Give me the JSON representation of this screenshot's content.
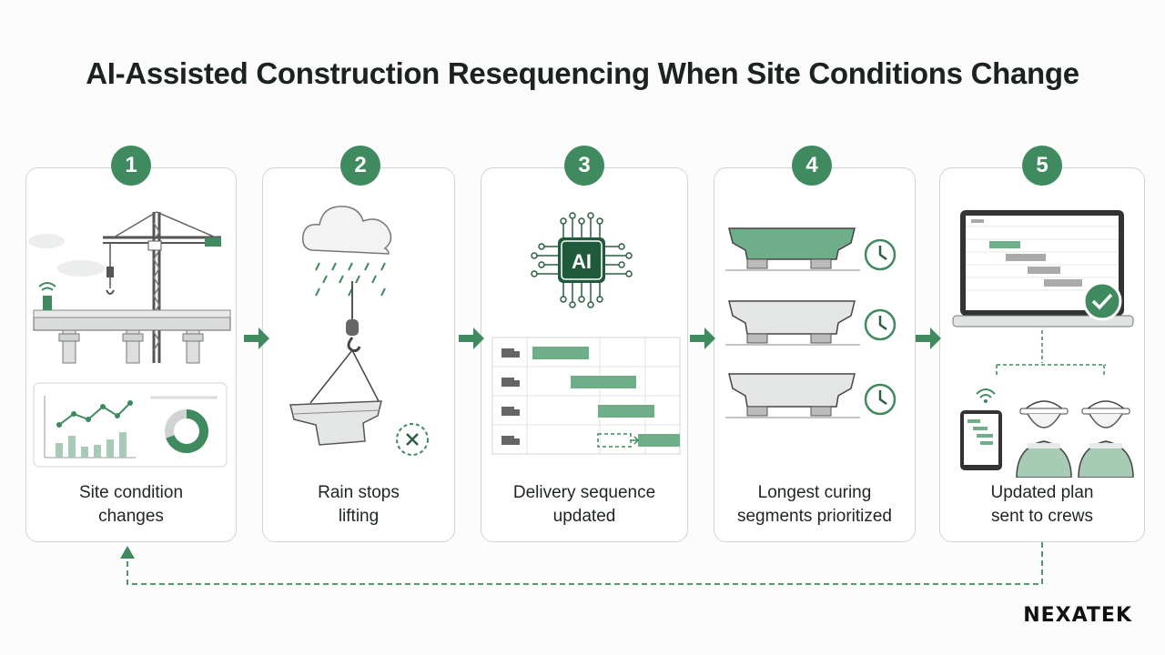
{
  "title": "AI-Assisted Construction Resequencing When Site Conditions Change",
  "accent_color": "#3f8a5f",
  "steps": [
    {
      "number": "1",
      "line1": "Site condition",
      "line2": "changes",
      "icon": "crane-bridge-icon"
    },
    {
      "number": "2",
      "line1": "Rain stops",
      "line2": "lifting",
      "icon": "rain-lift-icon"
    },
    {
      "number": "3",
      "line1": "Delivery sequence",
      "line2": "updated",
      "icon": "ai-chip-icon"
    },
    {
      "number": "4",
      "line1": "Longest curing",
      "line2": "segments prioritized",
      "icon": "beam-clock-icon"
    },
    {
      "number": "5",
      "line1": "Updated plan",
      "line2": "sent to crews",
      "icon": "laptop-crew-icon"
    }
  ],
  "ai_chip_label": "AI",
  "logo": "NEXATEK"
}
